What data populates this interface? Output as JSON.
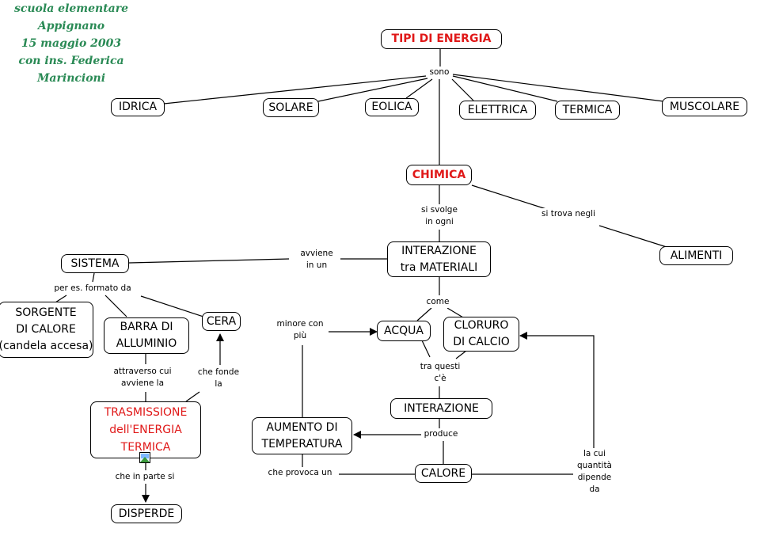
{
  "header": {
    "line1": "scuola elementare",
    "line2": "Appignano",
    "line3": "15 maggio 2003",
    "line4": "con ins. Federica",
    "line5": "Marincioni"
  },
  "nodes": {
    "tipi": "TIPI DI ENERGIA",
    "idrica": "IDRICA",
    "solare": "SOLARE",
    "eolica": "EOLICA",
    "elettrica": "ELETTRICA",
    "termica": "TERMICA",
    "muscolare": "MUSCOLARE",
    "chimica": "CHIMICA",
    "alimenti": "ALIMENTI",
    "interazione_l1": "INTERAZIONE",
    "interazione_l2": "tra MATERIALI",
    "sistema": "SISTEMA",
    "sorgente_l1": "SORGENTE",
    "sorgente_l2": "DI CALORE",
    "sorgente_l3": "(candela accesa)",
    "barra_l1": "BARRA DI",
    "barra_l2": "ALLUMINIO",
    "cera": "CERA",
    "trasm_l1": "TRASMISSIONE",
    "trasm_l2": "dell'ENERGIA",
    "trasm_l3": "TERMICA",
    "disperde": "DISPERDE",
    "acqua": "ACQUA",
    "cloruro_l1": "CLORURO",
    "cloruro_l2": "DI CALCIO",
    "interazione2": "INTERAZIONE",
    "aumento_l1": "AUMENTO DI",
    "aumento_l2": "TEMPERATURA",
    "calore": "CALORE"
  },
  "labels": {
    "sono": "sono",
    "si_svolge_1": "si svolge",
    "si_svolge_2": "in ogni",
    "si_trova": "si trova negli",
    "avviene_1": "avviene",
    "avviene_2": "in un",
    "per_es": "per es. formato da",
    "attraverso_1": "attraverso cui",
    "attraverso_2": "avviene la",
    "che_fonde_1": "che fonde",
    "che_fonde_2": "la",
    "che_in_parte": "che in parte si",
    "come": "come",
    "minore_1": "minore con",
    "minore_2": "più",
    "tra_questi_1": "tra questi",
    "tra_questi_2": "c'è",
    "produce": "produce",
    "che_provoca": "che provoca un",
    "la_cui_1": "la cui",
    "la_cui_2": "quantità",
    "la_cui_3": "dipende",
    "la_cui_4": "da"
  },
  "colors": {
    "header_text": "#2a8a55",
    "highlight_text": "#e01818",
    "line": "#000000"
  }
}
